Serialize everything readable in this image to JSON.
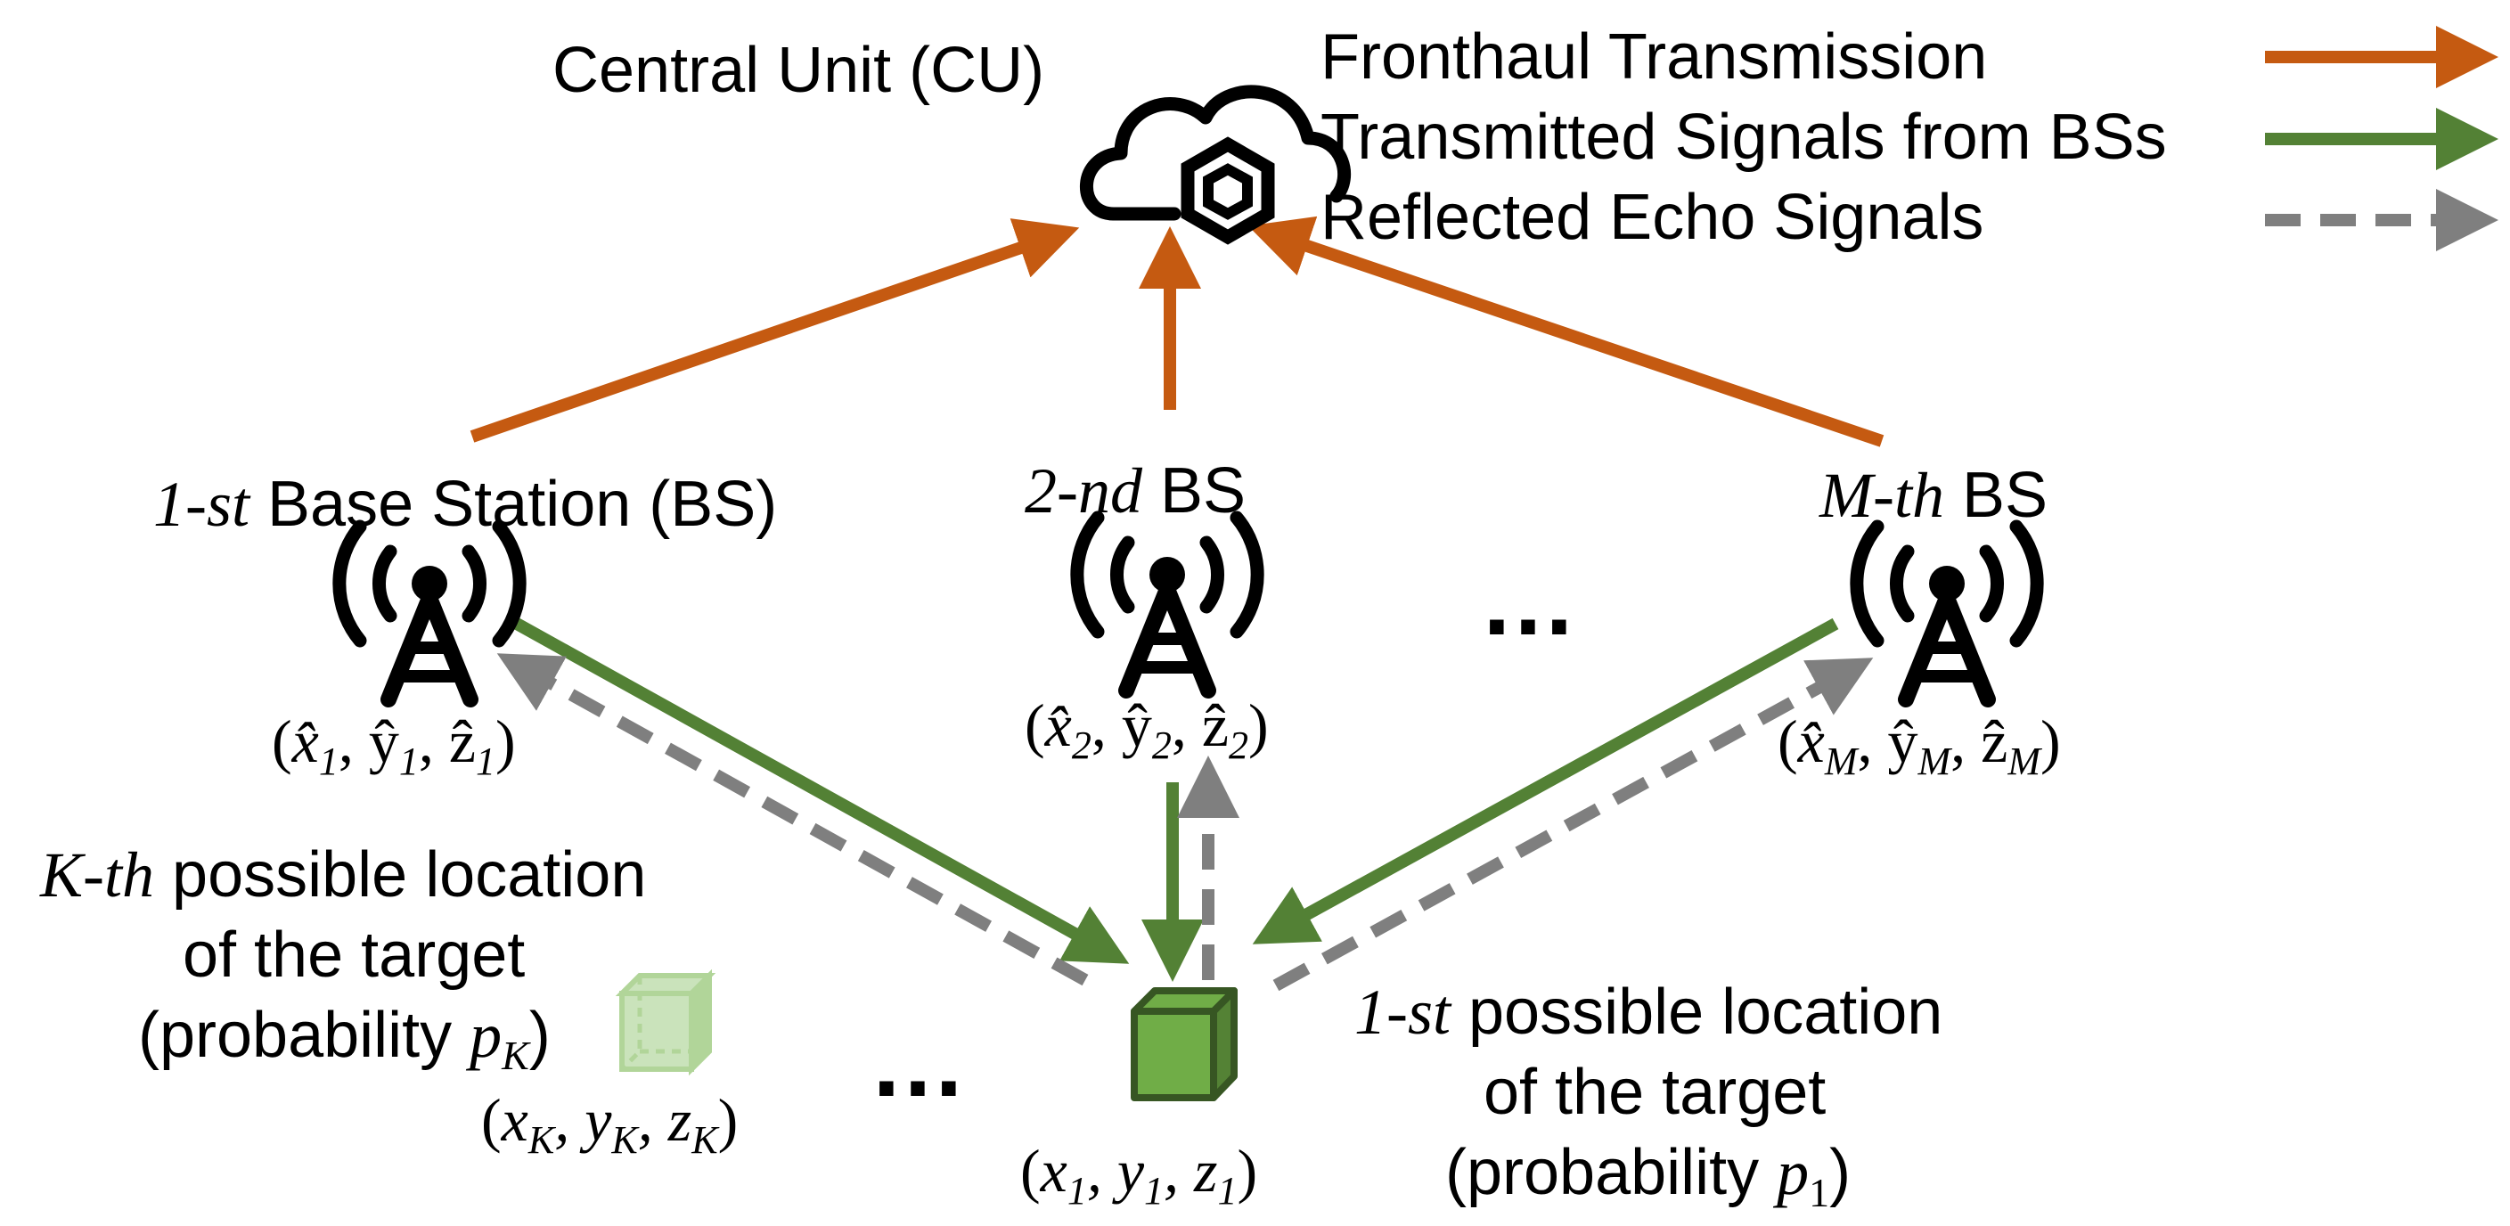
{
  "colors": {
    "fronthaul": "#C55A11",
    "signal": "#538135",
    "echo": "#7F7F7F",
    "target_fill": "#70AD47",
    "target_stroke": "#375623",
    "ghost_fill": "#C5E0B4",
    "ghost_stroke": "#A9D18E"
  },
  "cu": {
    "label": "Central Unit (CU)",
    "icon": "cloud-icon"
  },
  "legend": {
    "fronthaul": "Fronthaul Transmission",
    "signal": "Transmitted Signals from BSs",
    "echo": "Reflected Echo Signals"
  },
  "bs": [
    {
      "label_ital": "1-st",
      "label_rest": " Base Station (BS)",
      "coord_x": "x̂",
      "sub": "1",
      "icon": "antenna-tower-icon"
    },
    {
      "label_ital": "2-nd",
      "label_rest": " BS",
      "coord_x": "x̂",
      "sub": "2",
      "icon": "antenna-tower-icon"
    },
    {
      "label_ital": "M-th",
      "label_rest": " BS",
      "coord_x": "x̂",
      "sub": "M",
      "icon": "antenna-tower-icon"
    }
  ],
  "ellipsis": "…",
  "target1": {
    "label_ital": "1-st",
    "label_rest": " possible location",
    "line2": "of the target",
    "line3_pre": "(probability ",
    "prob_var": "p",
    "prob_sub": "1",
    "line3_post": ")",
    "sub": "1"
  },
  "targetK": {
    "label_ital": "K-th",
    "label_rest": " possible location",
    "line2": "of the target",
    "line3_pre": "(probability ",
    "prob_var": "p",
    "prob_sub": "K",
    "line3_post": ")",
    "sub": "K"
  }
}
